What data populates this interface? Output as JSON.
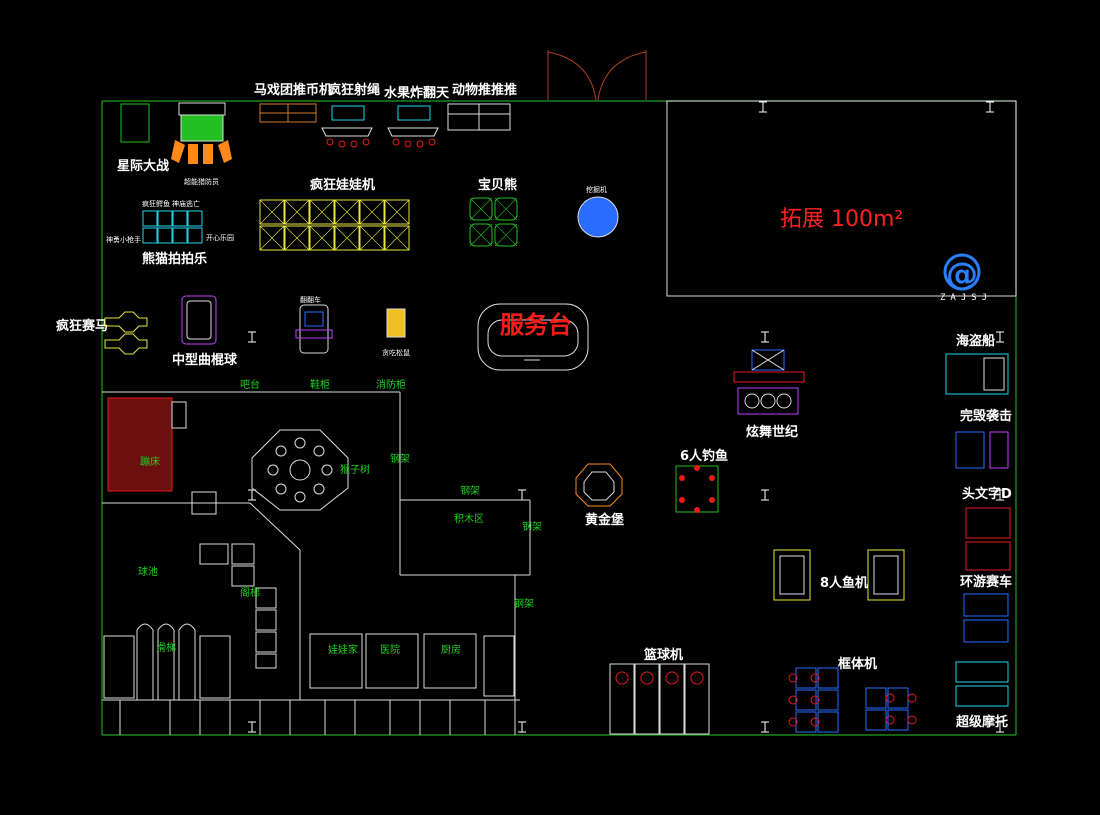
{
  "labels": {
    "top": {
      "coin_pusher": "马戏团推币机",
      "crazy_shoot": "疯狂射绳",
      "fruit_flip": "水果炸翻天",
      "animal_push": "动物推推推"
    },
    "star_wars": "星际大战",
    "small_label_1": "超能猎防员",
    "claw": "疯狂娃娃机",
    "bear": "宝贝熊",
    "dig": "挖掘机",
    "pat_group_1": "疯狂鳄鱼",
    "pat_group_2": "神庙逃亡",
    "pat_group_3": "神勇小枪手",
    "pat_group_4": "开心乐园",
    "bear_pat": "熊猫拍拍乐",
    "horse": "疯狂赛马",
    "hockey": "中型曲棍球",
    "car_small": "翻翻车",
    "snack": "贪吃松鼠",
    "service": "服务台",
    "expand": "拓展 100m²",
    "logo_mark": "@",
    "logo_text": "ZAJSJ",
    "pirate": "海盗船",
    "complete": "完毁袭击",
    "initial_d": "头文字D",
    "loop_race": "环游赛车",
    "super_moto": "超级摩托",
    "dance": "炫舞世纪",
    "fish6": "6人钓鱼",
    "golden": "黄金堡",
    "fish8": "8人鱼机",
    "basket": "篮球机",
    "boxer": "框体机"
  },
  "green_labels": {
    "bar": "吧台",
    "shelf_a": "鞋柜",
    "shelf_b": "消防柜",
    "trampoline": "蹦床",
    "tree": "猴子树",
    "steel1": "钢架",
    "steel2": "钢架",
    "steel3": "钢架",
    "steel4": "钢架",
    "blocks": "积木区",
    "ballpool": "球池",
    "bridge": "阁梯",
    "slide": "滑梯",
    "doll": "娃娃家",
    "hospital": "医院",
    "kitchen": "厨房"
  },
  "colors": {
    "wall": "#21a021",
    "yellow": "#e8e840",
    "green": "#22c022",
    "cyan": "#22d6e8",
    "red": "#e81a1a",
    "blue": "#2a6cff",
    "magenta": "#c040ff",
    "orange": "#ff8a1a"
  }
}
